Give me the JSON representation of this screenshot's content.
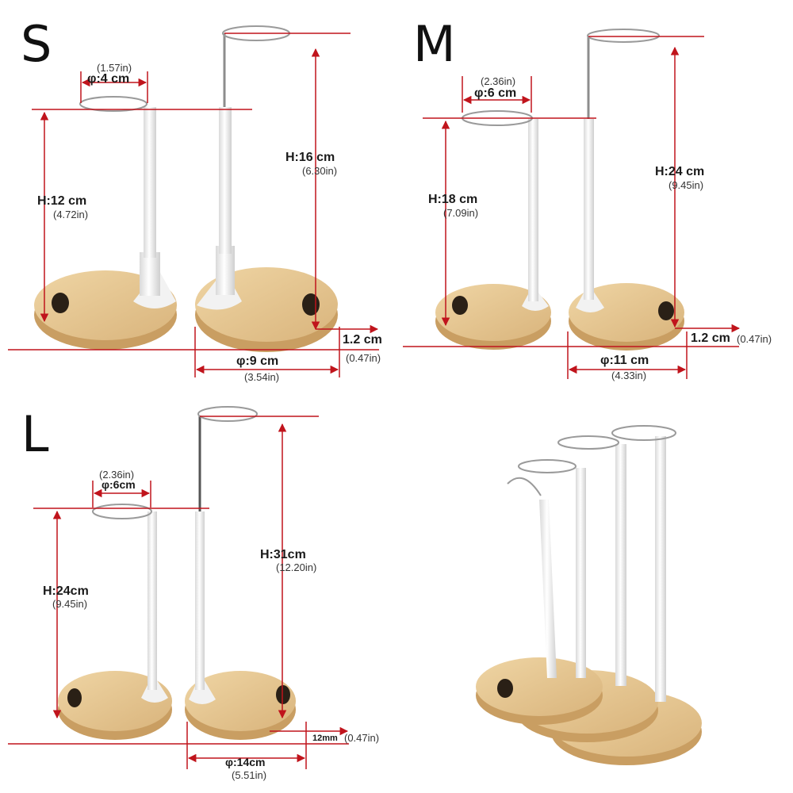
{
  "colors": {
    "dimension_line": "#c0141c",
    "wood": "#e7c995",
    "wood_edge": "#c79b5f",
    "rod": "#f4f4f4",
    "wire": "#8d8d8d"
  },
  "panels": {
    "s": {
      "size": "S",
      "ring_diameter": "φ:4 cm",
      "ring_diameter_in": "(1.57in)",
      "short_height": "H:12 cm",
      "short_height_in": "(4.72in)",
      "tall_height": "H:16 cm",
      "tall_height_in": "(6.30in)",
      "base_thickness": "1.2 cm",
      "base_thickness_in": "(0.47in)",
      "base_diameter": "φ:9 cm",
      "base_diameter_in": "(3.54in)"
    },
    "m": {
      "size": "M",
      "ring_diameter": "φ:6 cm",
      "ring_diameter_in": "(2.36in)",
      "short_height": "H:18 cm",
      "short_height_in": "(7.09in)",
      "tall_height": "H:24 cm",
      "tall_height_in": "(9.45in)",
      "base_thickness": "1.2 cm",
      "base_thickness_in": "(0.47in)",
      "base_diameter": "φ:11 cm",
      "base_diameter_in": "(4.33in)"
    },
    "l": {
      "size": "L",
      "ring_diameter": "φ:6cm",
      "ring_diameter_in": "(2.36in)",
      "short_height": "H:24cm",
      "short_height_in": "(9.45in)",
      "tall_height": "H:31cm",
      "tall_height_in": "(12.20in)",
      "base_thickness": "12mm",
      "base_thickness_in": "(0.47in)",
      "base_diameter": "φ:14cm",
      "base_diameter_in": "(5.51in)"
    }
  }
}
